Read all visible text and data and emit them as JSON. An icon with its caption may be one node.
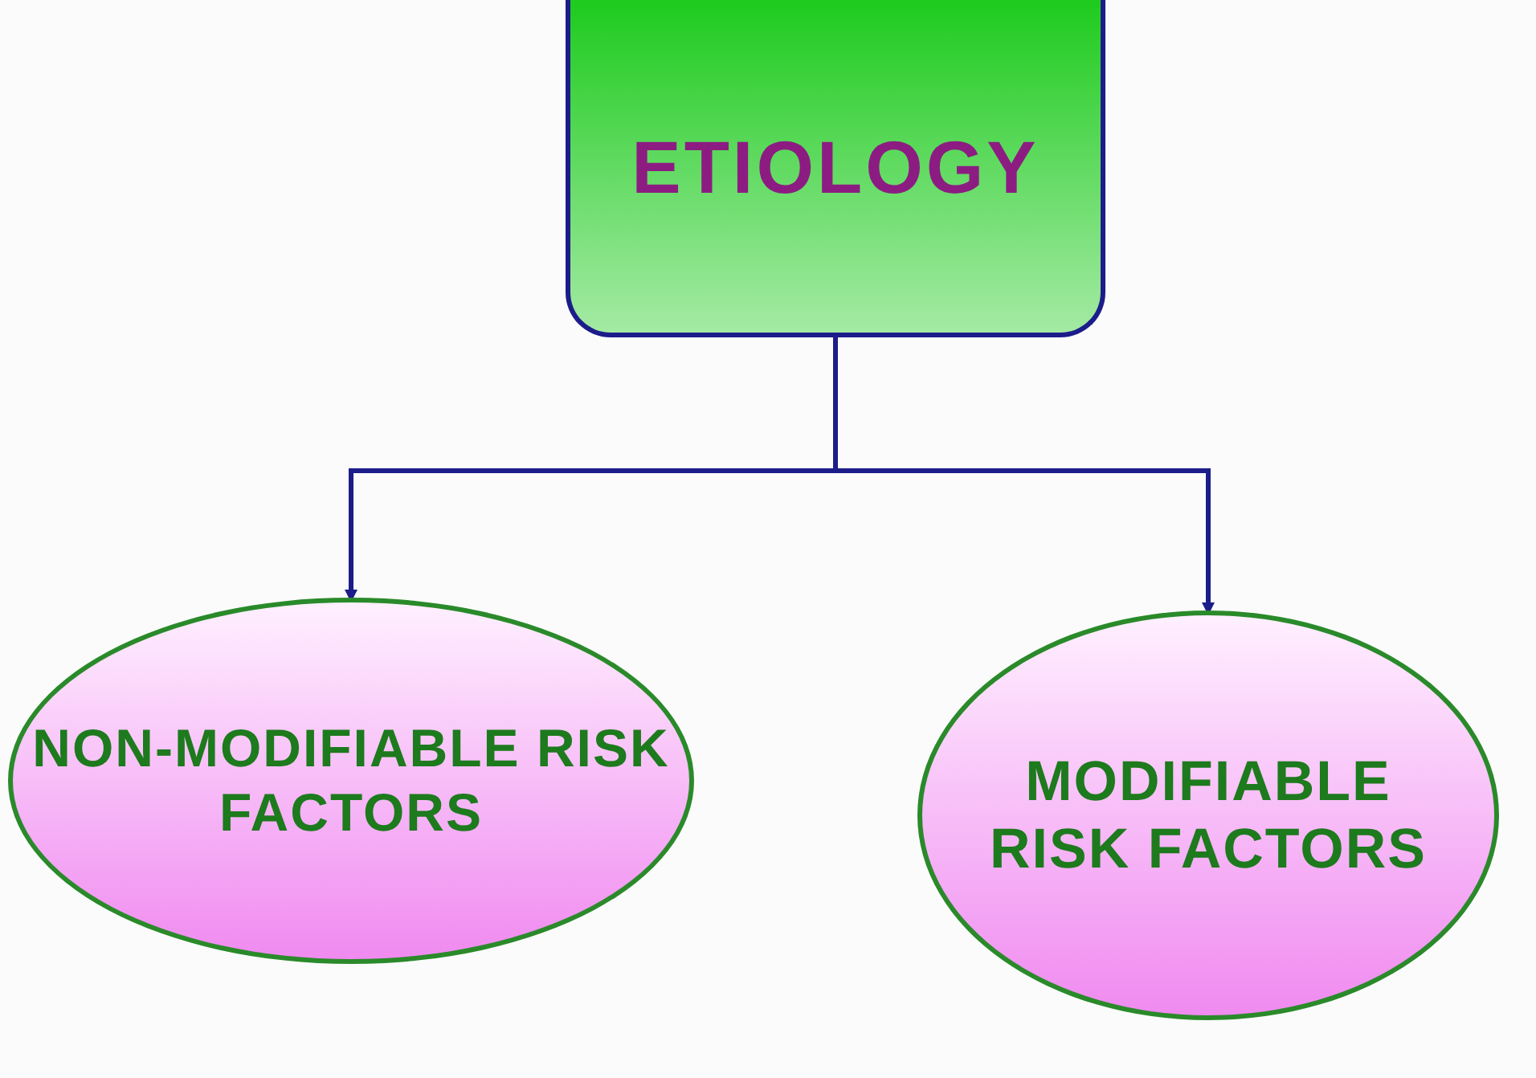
{
  "diagram": {
    "nodes": [
      {
        "text": [
          "ETIOLOGY"
        ]
      },
      {
        "text": [
          "NON-MODIFIABLE RISK FACTORS"
        ]
      },
      {
        "text": [
          "MODIFIABLE RISK FACTORS"
        ]
      }
    ],
    "edges": [
      {
        "from": 0,
        "to": 1,
        "arrow": "to"
      },
      {
        "from": 0,
        "to": 2,
        "arrow": "to"
      }
    ]
  }
}
